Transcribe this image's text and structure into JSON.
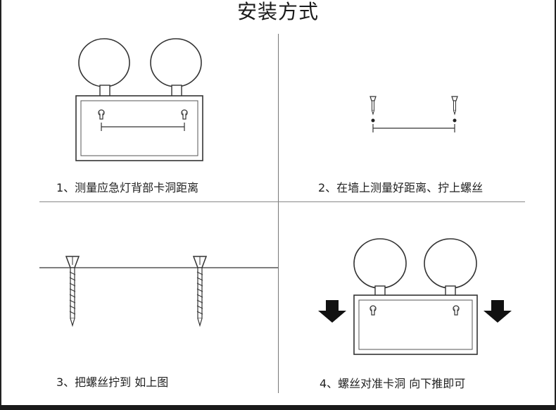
{
  "title": "安装方式",
  "steps": [
    {
      "caption": "1、测量应急灯背部卡洞距离"
    },
    {
      "caption": "2、在墙上测量好距离、拧上螺丝"
    },
    {
      "caption": "3、把螺丝拧到 如上图"
    },
    {
      "caption": "4、螺丝对准卡洞 向下推即可"
    }
  ],
  "colors": {
    "stroke": "#333333",
    "lamp_fill": "#ffffff",
    "arrow_fill": "#111111"
  }
}
